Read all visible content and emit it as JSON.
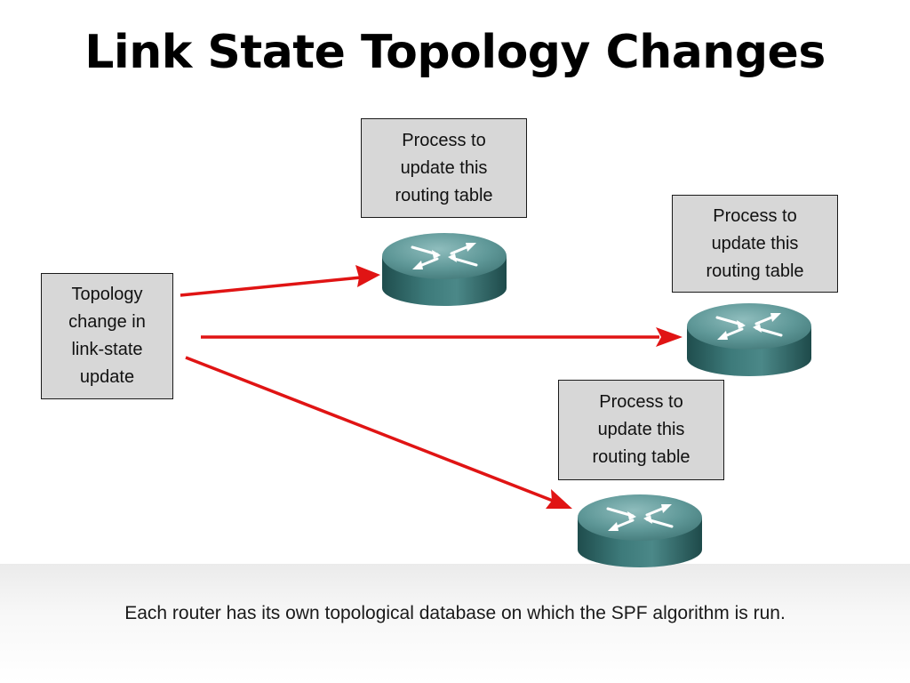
{
  "title": "Link State Topology Changes",
  "source_box": "Topology\nchange in\nlink-state\nupdate",
  "routers": [
    {
      "label": "Process to\nupdate this\nrouting table"
    },
    {
      "label": "Process to\nupdate this\nrouting table"
    },
    {
      "label": "Process to\nupdate this\nrouting table"
    }
  ],
  "caption": "Each router has its own topological database on which the SPF algorithm is run.",
  "colors": {
    "arrow": "#e01414",
    "box_fill": "#d7d7d7",
    "router_top": "#5f9898",
    "router_side": "#2f6464"
  },
  "icons": {
    "router": "router-icon"
  }
}
